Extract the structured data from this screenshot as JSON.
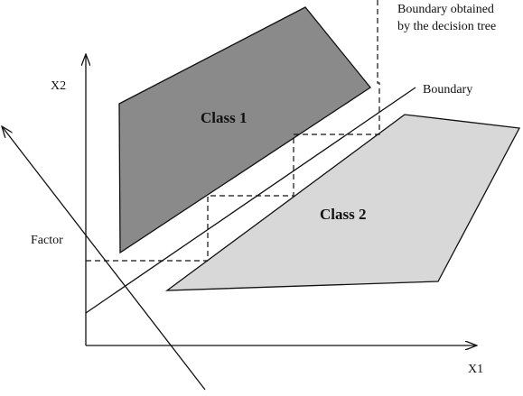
{
  "labels": {
    "x1": "X1",
    "x2": "X2",
    "factor": "Factor",
    "boundary": "Boundary",
    "tree_boundary_line1": "Boundary obtained",
    "tree_boundary_line2": "by the decision tree",
    "class1": "Class 1",
    "class2": "Class 2"
  },
  "colors": {
    "class1_fill": "#8a8a8a",
    "class2_fill": "#d8d8d8",
    "line": "#111111"
  }
}
